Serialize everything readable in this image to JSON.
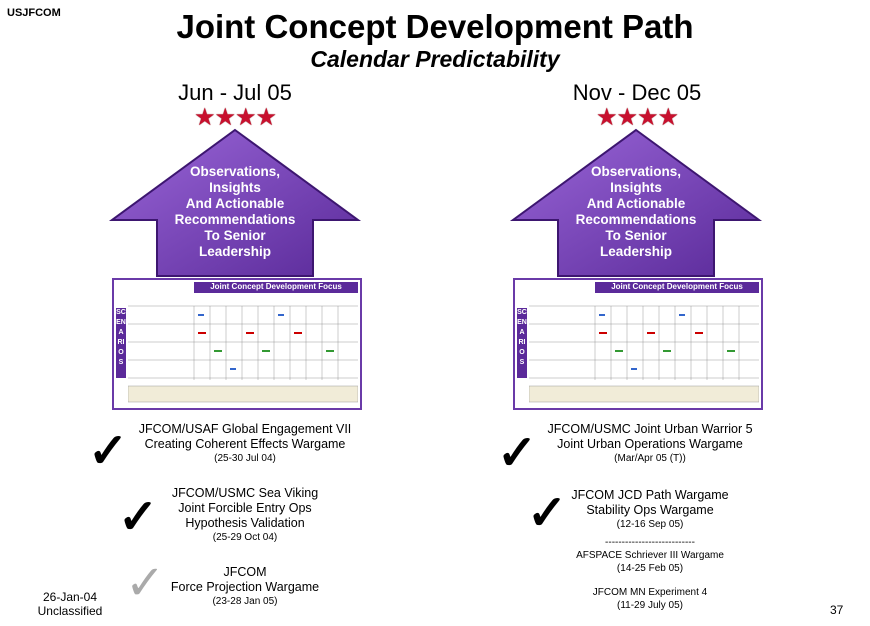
{
  "header": {
    "org": "USJFCOM",
    "title": "Joint Concept Development Path",
    "subtitle": "Calendar Predictability"
  },
  "columns": [
    {
      "period": "Jun - Jul 05",
      "stars": "★★★★",
      "arrow_lines": [
        "Observations,",
        "Insights",
        "And Actionable",
        "Recommendations",
        "To Senior",
        "Leadership"
      ],
      "chart_title": "Joint Concept Development Focus",
      "chart_side": "SCENARIOS"
    },
    {
      "period": "Nov - Dec 05",
      "stars": "★★★★",
      "arrow_lines": [
        "Observations,",
        "Insights",
        "And Actionable",
        "Recommendations",
        "To Senior",
        "Leadership"
      ],
      "chart_title": "Joint Concept Development Focus",
      "chart_side": "SCENARIOS"
    }
  ],
  "left_events": [
    {
      "line1": "JFCOM/USAF Global Engagement VII",
      "line2": "Creating Coherent Effects Wargame",
      "date": "(25-30 Jul 04)"
    },
    {
      "line1": "JFCOM/USMC Sea Viking",
      "line2": "Joint Forcible Entry Ops",
      "line3": "Hypothesis Validation",
      "date": "(25-29 Oct 04)"
    },
    {
      "line1": "JFCOM",
      "line2": "Force Projection Wargame",
      "date": "(23-28 Jan 05)"
    }
  ],
  "right_events": [
    {
      "line1": "JFCOM/USMC Joint Urban Warrior 5",
      "line2": "Joint Urban Operations Wargame",
      "date": "(Mar/Apr 05 (T))"
    },
    {
      "line1": "JFCOM JCD Path Wargame",
      "line2": "Stability Ops Wargame",
      "date": "(12-16 Sep 05)"
    },
    {
      "separator": "---------------------------",
      "line1": "AFSPACE Schriever III Wargame",
      "date": "(14-25 Feb 05)"
    },
    {
      "line1": "JFCOM MN Experiment 4",
      "date": "(11-29 July 05)"
    }
  ],
  "checks": {
    "mark": "✓"
  },
  "footer": {
    "date": "26-Jan-04",
    "classification": "Unclassified",
    "page": "37"
  },
  "colors": {
    "arrow": "#7b3fbf",
    "arrow_dark": "#4a1f80",
    "star": "#c8102e"
  }
}
